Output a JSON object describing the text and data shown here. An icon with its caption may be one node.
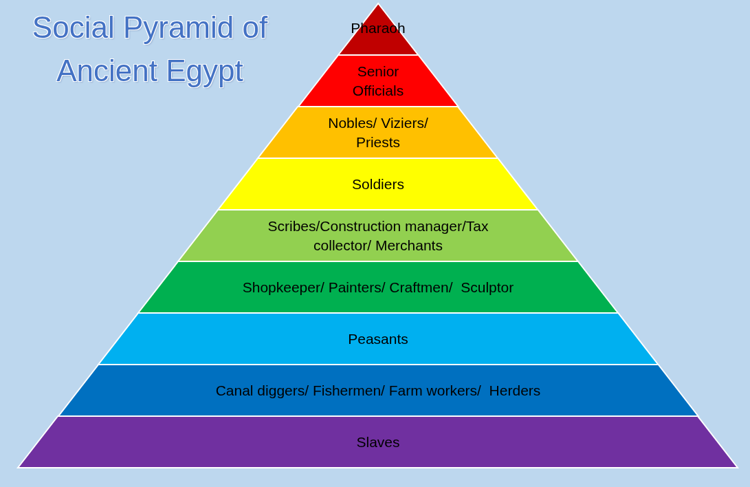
{
  "diagram": {
    "title": "Social Pyramid of Ancient Egypt",
    "nodes": [
      {
        "text": [
          "Pharaoh"
        ]
      },
      {
        "text": [
          "Senior Officials"
        ]
      },
      {
        "text": [
          "Nobles/ Viziers/ Priests"
        ]
      },
      {
        "text": [
          "Soldiers"
        ]
      },
      {
        "text": [
          "Scribes/Construction manager/Tax collector/ Merchants"
        ]
      },
      {
        "text": [
          "Shopkeeper/ Painters/ Craftmen/  Sculptor"
        ]
      },
      {
        "text": [
          "Peasants"
        ]
      },
      {
        "text": [
          "Canal diggers/ Fishermen/ Farm workers/  Herders"
        ]
      },
      {
        "text": [
          "Slaves"
        ]
      }
    ]
  }
}
